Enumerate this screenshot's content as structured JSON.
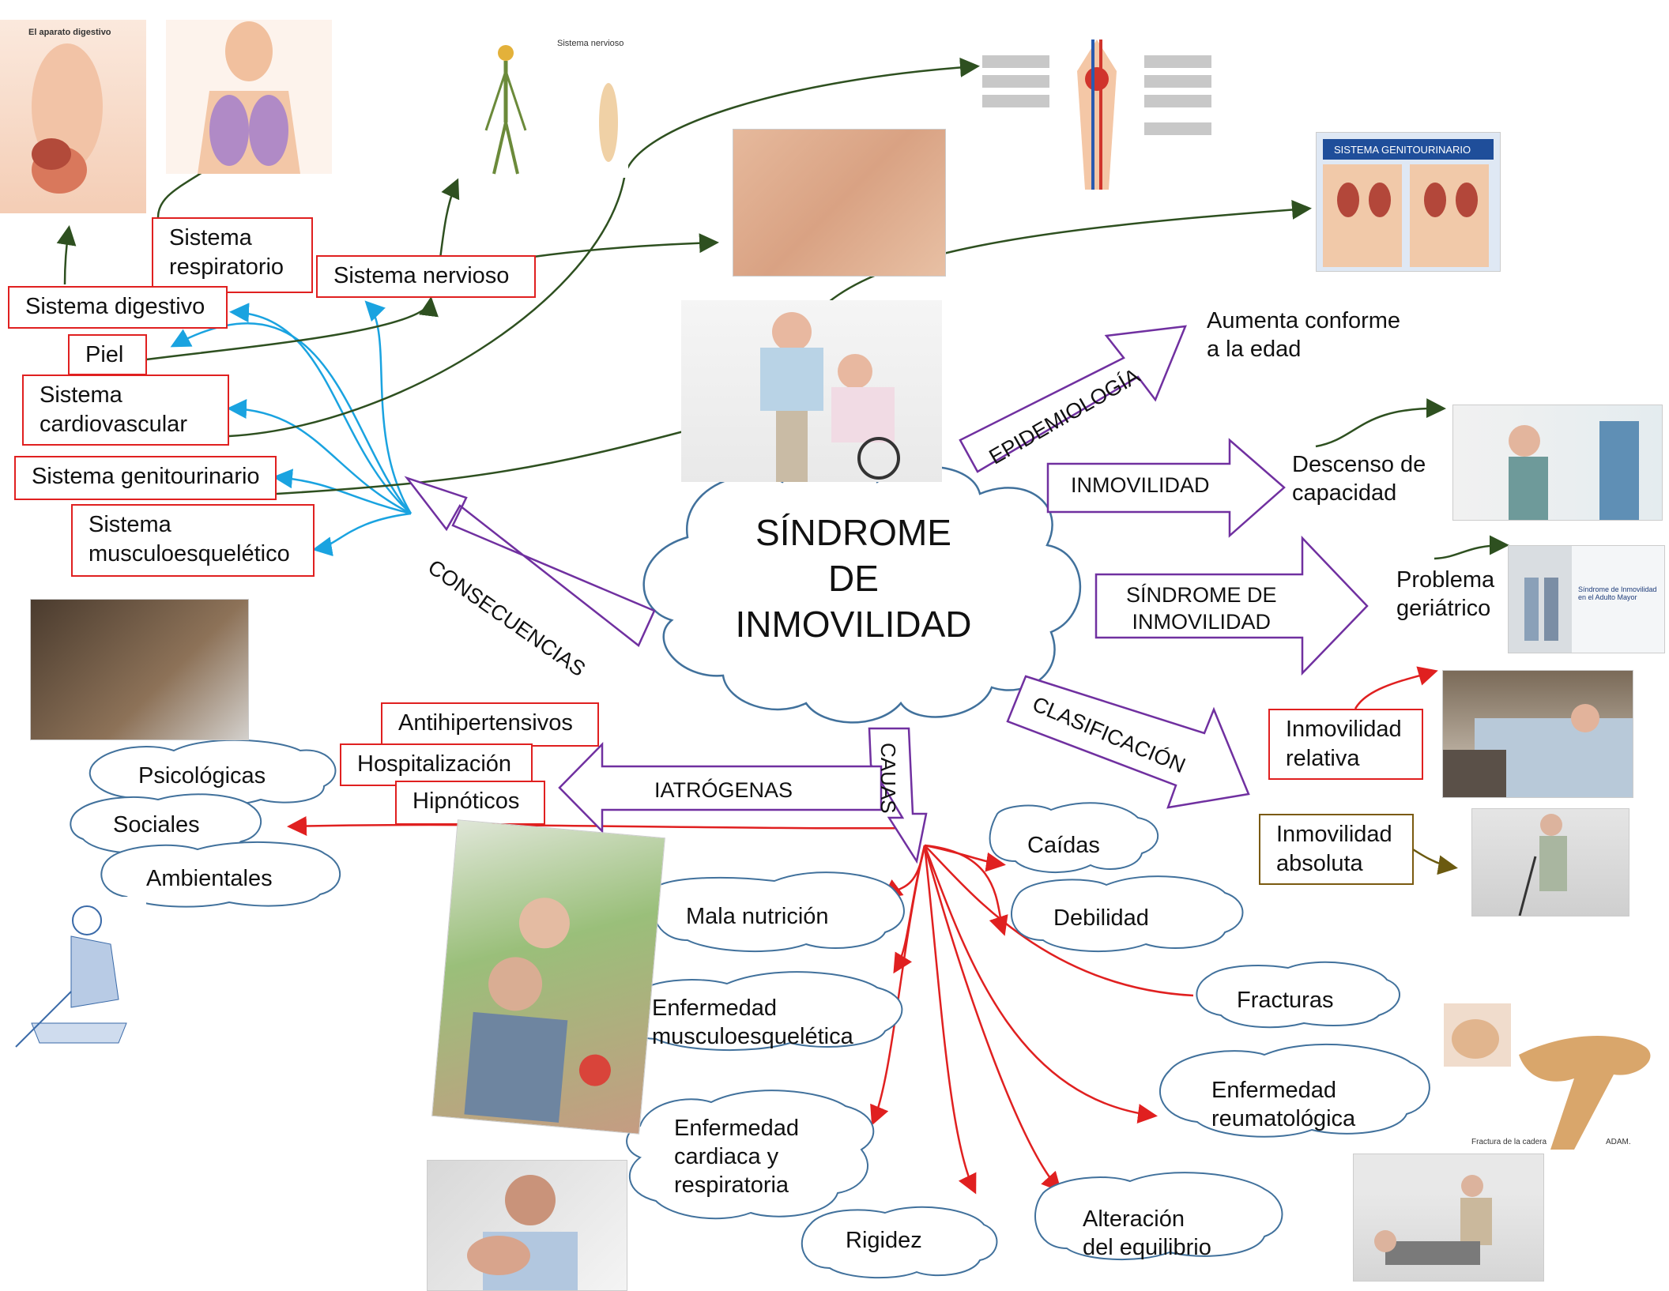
{
  "center": {
    "line1": "SÍNDROME",
    "line2": "DE",
    "line3": "INMOVILIDAD"
  },
  "arrows": {
    "consecuencias": "CONSECUENCIAS",
    "epidemiologia": "EPIDEMIOLOGÍA",
    "inmovilidad": "INMOVILIDAD",
    "sindrome_l1": "SÍNDROME DE",
    "sindrome_l2": "INMOVILIDAD",
    "clasificacion": "CLASIFICACIÓN",
    "causas": "CAUAS",
    "iatrogenas": "IATRÓGENAS"
  },
  "consecuencias": {
    "respiratorio_l1": "Sistema",
    "respiratorio_l2": "respiratorio",
    "nervioso": "Sistema nervioso",
    "digestivo": "Sistema digestivo",
    "piel": "Piel",
    "cardio_l1": "Sistema",
    "cardio_l2": "cardiovascular",
    "genito": "Sistema genitourinario",
    "musculo_l1": "Sistema",
    "musculo_l2": "musculoesquelético"
  },
  "epidemiologia": {
    "text_l1": "Aumenta conforme",
    "text_l2": "a la edad"
  },
  "inmovilidad": {
    "text_l1": "Descenso de",
    "text_l2": "capacidad"
  },
  "sindrome": {
    "text_l1": "Problema",
    "text_l2": "geriátrico"
  },
  "clasificacion": {
    "relativa_l1": "Inmovilidad",
    "relativa_l2": "relativa",
    "absoluta_l1": "Inmovilidad",
    "absoluta_l2": "absoluta"
  },
  "iatrogenas": {
    "antihipertensivos": "Antihipertensivos",
    "hospitalizacion": "Hospitalización",
    "hipnoticos": "Hipnóticos"
  },
  "otras_causas": {
    "psicologicas": "Psicológicas",
    "sociales": "Sociales",
    "ambientales": "Ambientales"
  },
  "causas": {
    "caidas": "Caídas",
    "mala_nutricion": "Mala nutrición",
    "debilidad": "Debilidad",
    "fracturas": "Fracturas",
    "musculo_l1": "Enfermedad",
    "musculo_l2": "musculoesquelética",
    "reuma_l1": "Enfermedad",
    "reuma_l2": "reumatológica",
    "cardiaca_l1": "Enfermedad",
    "cardiaca_l2": "cardiaca y",
    "cardiaca_l3": "respiratoria",
    "rigidez": "Rigidez",
    "equilibrio_l1": "Alteración",
    "equilibrio_l2": "del equilibrio"
  },
  "images": {
    "digestivo_title": "El aparato digestivo",
    "nervioso_title": "Sistema nervioso",
    "genito_title": "SISTEMA GENITOURINARIO",
    "adulto_mayor": "Síndrome de Inmovilidad en el Adulto Mayor",
    "cadera_caption": "Fractura de la cadera",
    "adam": "ADAM."
  },
  "colors": {
    "red": "#e02020",
    "purple": "#7030a0",
    "blue": "#1aa3e0",
    "green": "#2e5020",
    "cloud": "#41719c"
  }
}
